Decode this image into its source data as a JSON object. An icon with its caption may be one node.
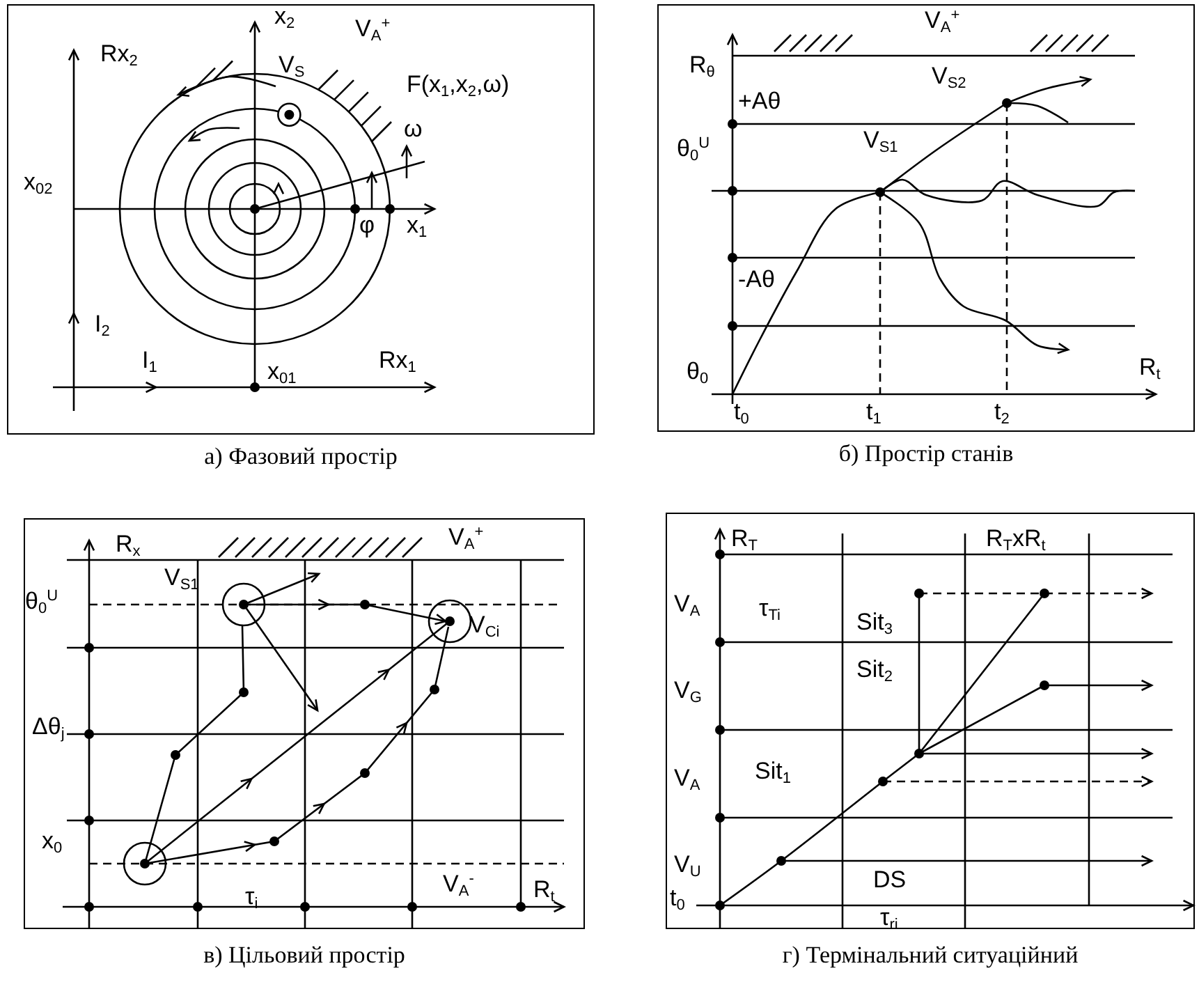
{
  "diagram": {
    "nodes": [
      {
        "text": [
          "а) Фазовий простір"
        ]
      },
      {
        "text": [
          "б) Простір станів"
        ]
      },
      {
        "text": [
          "в) Цільовий простір"
        ]
      },
      {
        "text": [
          "г) Термінальний ситуаційний"
        ]
      }
    ],
    "labels": [
      "Rx$_{2}$",
      "x$_{2}$",
      "V$_{A}$$^{+}$",
      "V$_{S}$",
      "F(x$_{1}$,x$_{2}$,ω)",
      "ω",
      "x$_{02}$",
      "φ",
      "x$_{1}$",
      "I$_{2}$",
      "I$_{1}$",
      "x$_{01}$",
      "Rx$_{1}$",
      "V$_{A}$$^{+}$",
      "R$_{θ}$",
      "V$_{S2}$",
      "+Aθ",
      "θ$_{0}$$^{U}$",
      "V$_{S1}$",
      "-Aθ",
      "θ$_{0}$",
      "R$_{t}$",
      "t$_{0}$",
      "t$_{1}$",
      "t$_{2}$",
      "R$_{x}$",
      "V$_{A}$$^{+}$",
      "V$_{S1}$",
      "θ$_{0}$$^{U}$",
      "V$_{Ci}$",
      "Δθ$_{j}$",
      "x$_{0}$",
      "τ$_{i}$",
      "V$_{A}$$^{-}$",
      "R$_{t}$",
      "R$_{T}$",
      "R$_{T}$xR$_{t}$",
      "V$_{A}$",
      "τ$_{Ti}$",
      "Sit$_{3}$",
      "V$_{G}$",
      "Sit$_{2}$",
      "V$_{A}$",
      "Sit$_{1}$",
      "V$_{U}$",
      "DS",
      "t$_{0}$",
      "τ$_{ri}$"
    ]
  }
}
